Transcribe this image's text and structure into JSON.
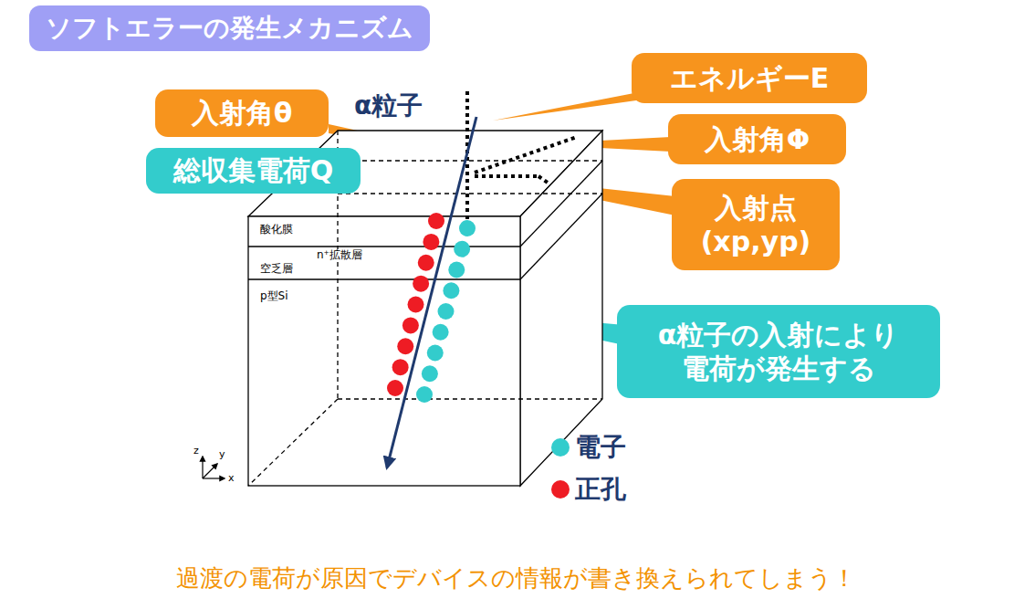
{
  "diagram": {
    "title": "ソフトエラーの発生メカニズム",
    "caption": "過渡の電荷が原因でデバイスの情報が書き換えられてしまう！",
    "nodes": [
      {
        "text": [
          "エネルギーE"
        ]
      },
      {
        "text": [
          "入射角θ"
        ]
      },
      {
        "text": [
          "入射角Φ"
        ]
      },
      {
        "text": [
          "総収集電荷Q"
        ]
      },
      {
        "text": [
          "入射点 (xp,yp)"
        ]
      },
      {
        "text": [
          "α粒子の入射により 電荷が発生する"
        ]
      }
    ],
    "labels": [
      "α粒子",
      "酸化膜",
      "n⁺拡散層",
      "空乏層",
      "p型Si",
      "z",
      "y",
      "x"
    ],
    "legend": [
      {
        "text": "電子",
        "color": "#33cccc"
      },
      {
        "text": "正孔",
        "color": "#ee1c24"
      }
    ]
  }
}
